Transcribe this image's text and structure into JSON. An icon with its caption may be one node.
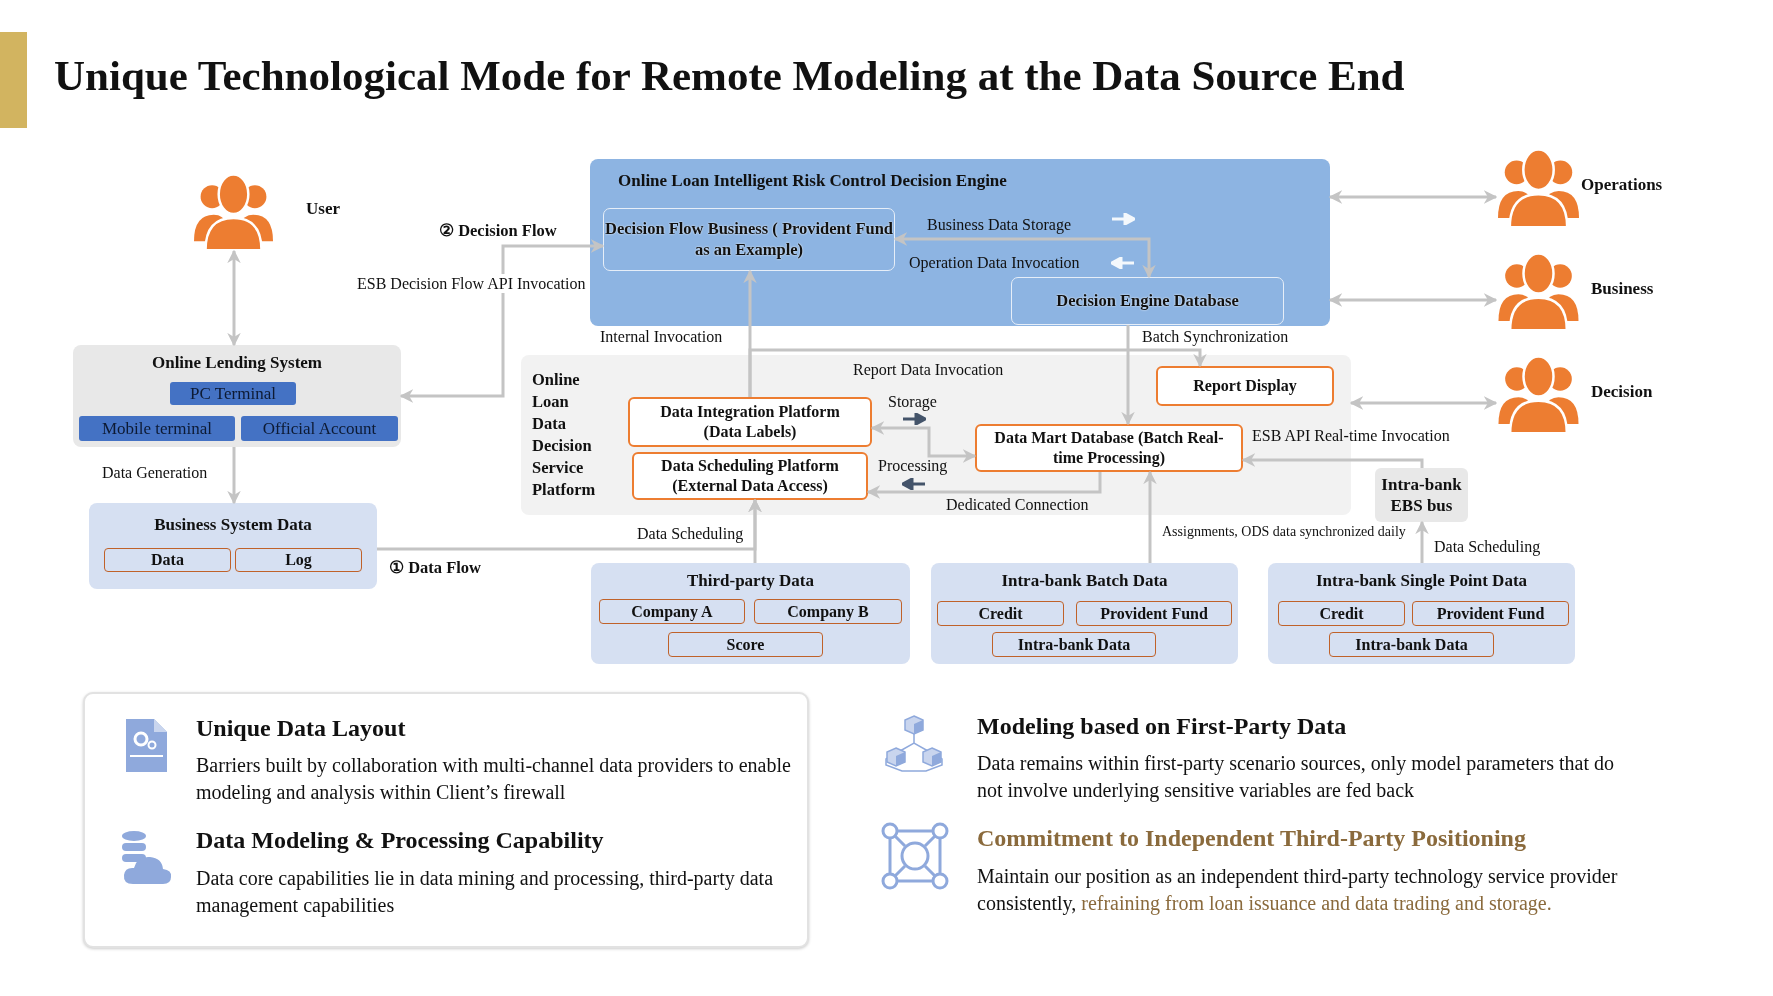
{
  "diagram": {
    "title": "Unique Technological Mode for Remote Modeling at the Data Source End",
    "nodes": [
      {
        "text": [],
        "shape": "person",
        "beside": [
          "User"
        ]
      },
      {
        "text": [
          "Online Lending System"
        ]
      },
      {
        "text": [
          "PC Terminal"
        ],
        "in": 1
      },
      {
        "text": [
          "Mobile terminal"
        ],
        "in": 1
      },
      {
        "text": [
          "Official Account"
        ],
        "in": 1
      },
      {
        "text": [
          "Business System Data"
        ]
      },
      {
        "text": [
          "Data"
        ],
        "in": 5
      },
      {
        "text": [
          "Log"
        ],
        "in": 5
      },
      {
        "text": [
          "Online Loan Intelligent Risk Control Decision Engine"
        ]
      },
      {
        "text": [
          "Decision Flow Business ( Provident Fund as an Example)"
        ],
        "in": 8
      },
      {
        "text": [
          "Decision Engine Database"
        ],
        "in": 8
      },
      {
        "text": [
          "Online Loan Data Decision Service Platform"
        ]
      },
      {
        "text": [
          "Data Integration Platform (Data Labels)"
        ],
        "in": 11
      },
      {
        "text": [
          "Data Scheduling Platform (External Data Access)"
        ],
        "in": 11
      },
      {
        "text": [
          "Data Mart Database (Batch Real-time Processing)"
        ],
        "in": 11
      },
      {
        "text": [
          "Report Display"
        ],
        "in": 11
      },
      {
        "text": [
          "Intra-bank EBS bus"
        ]
      },
      {
        "text": [
          "Third-party Data"
        ]
      },
      {
        "text": [
          "Company A"
        ],
        "in": 17
      },
      {
        "text": [
          "Company B"
        ],
        "in": 17
      },
      {
        "text": [
          "Score"
        ],
        "in": 17
      },
      {
        "text": [
          "Intra-bank Batch Data"
        ]
      },
      {
        "text": [
          "Credit"
        ],
        "in": 21
      },
      {
        "text": [
          "Provident Fund"
        ],
        "in": 21
      },
      {
        "text": [
          "Intra-bank Data"
        ],
        "in": 21
      },
      {
        "text": [
          "Intra-bank Single Point Data"
        ]
      },
      {
        "text": [
          "Credit"
        ],
        "in": 25
      },
      {
        "text": [
          "Provident Fund"
        ],
        "in": 25
      },
      {
        "text": [
          "Intra-bank Data"
        ],
        "in": 25
      },
      {
        "text": [],
        "shape": "person",
        "beside": [
          "Operations"
        ]
      },
      {
        "text": [],
        "shape": "person",
        "beside": [
          "Business"
        ]
      },
      {
        "text": [],
        "shape": "person",
        "beside": [
          "Decision"
        ]
      },
      {
        "text": [
          "Unique Data Layout",
          "Barriers built by collaboration with multi-channel data providers to enable modeling and analysis within Client’s firewall",
          "Data Modeling & Processing Capability",
          "Data core capabilities lie in data mining and processing, third-party data management capabilities"
        ]
      }
    ],
    "edges": [
      {
        "from": 0,
        "to": 1,
        "arrow": "both"
      },
      {
        "from": 1,
        "to": 9,
        "arrow": "both",
        "label": "ESB Decision Flow API Invocation"
      },
      {
        "from": 1,
        "to": 5,
        "arrow": "to",
        "label": "Data Generation"
      },
      {
        "from": 5,
        "to": 13,
        "arrow": "to"
      },
      {
        "from": 17,
        "to": 13,
        "arrow": "to",
        "label": "Data Scheduling"
      },
      {
        "from": 9,
        "to": 10,
        "arrow": "both",
        "label": "Business Data Storage"
      },
      {
        "from": 12,
        "to": 9,
        "arrow": "to",
        "label": "Internal Invocation"
      },
      {
        "from": 12,
        "to": 15,
        "arrow": "to",
        "label": "Report Data Invocation"
      },
      {
        "from": 10,
        "to": 14,
        "arrow": "to",
        "label": "Batch Synchronization"
      },
      {
        "from": 12,
        "to": 14,
        "arrow": "both",
        "label": "Storage"
      },
      {
        "from": 14,
        "to": 13,
        "arrow": "to",
        "label": "Dedicated Connection"
      },
      {
        "from": 21,
        "to": 14,
        "arrow": "to",
        "label": "Assignments, ODS data synchronized daily"
      },
      {
        "from": 25,
        "to": 16,
        "arrow": "to",
        "label": "Data Scheduling"
      },
      {
        "from": 16,
        "to": 14,
        "arrow": "to",
        "label": "ESB API Real-time Invocation"
      },
      {
        "from": 8,
        "to": 29,
        "arrow": "both"
      },
      {
        "from": 8,
        "to": 30,
        "arrow": "both"
      },
      {
        "from": 11,
        "to": 31,
        "arrow": "both"
      }
    ],
    "labels": [
      "② Decision Flow",
      "Operation Data Invocation",
      "Processing",
      "① Data Flow",
      "Modeling based on First-Party Data",
      "Data remains within first-party scenario sources, only model parameters that do not involve underlying sensitive variables are fed back",
      "Commitment to Independent Third-Party Positioning",
      "Maintain our position as an independent third-party technology service provider consistently, *refraining from loan issuance and data trading and storage.*"
    ]
  }
}
